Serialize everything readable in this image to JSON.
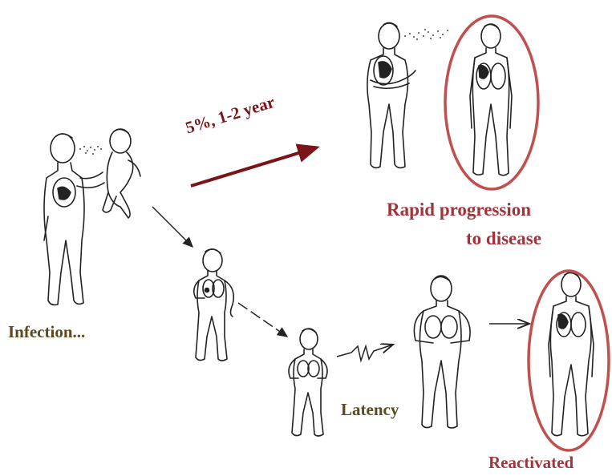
{
  "labels": {
    "rate": "5%, 1-2 year",
    "rapid_line1": "Rapid progression",
    "rapid_line2": "to disease",
    "infection": "Infection...",
    "latency": "Latency",
    "reactivated": "Reactivated"
  },
  "colors": {
    "label_olive": "#5a4a1e",
    "label_red": "#a3333b",
    "arrow_dark_red": "#7a1418",
    "ellipse": "#c0504d",
    "ink": "#222222"
  }
}
